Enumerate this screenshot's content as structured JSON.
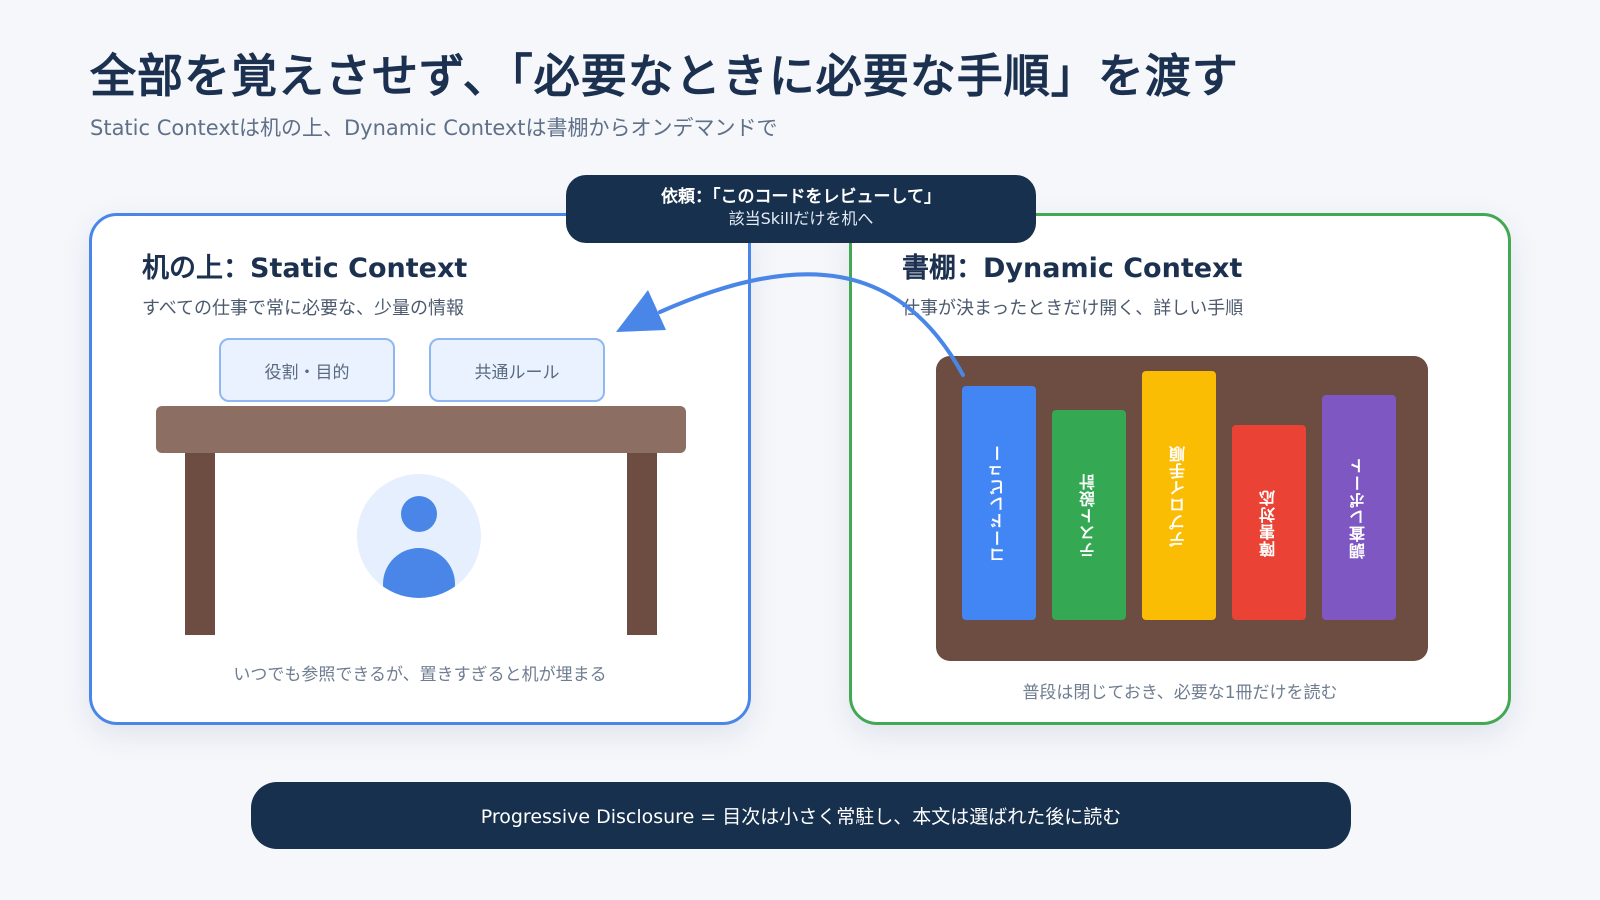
{
  "header": {
    "title": "全部を覚えさせず、「必要なときに必要な手順」を渡す",
    "subtitle": "Static Contextは机の上、Dynamic Contextは書棚からオンデマンドで"
  },
  "callout": {
    "line1": "依頼：「このコードをレビューして」",
    "line2": "該当Skillだけを机へ"
  },
  "left_panel": {
    "heading": "机の上：Static Context",
    "description": "すべての仕事で常に必要な、少量の情報",
    "cards": [
      "役割・目的",
      "共通ルール"
    ],
    "caption": "いつでも参照できるが、置きすぎると机が埋まる",
    "border_color": "#4a86e8"
  },
  "right_panel": {
    "heading": "書棚：Dynamic Context",
    "description": "仕事が決まったときだけ開く、詳しい手順",
    "books": [
      {
        "label": "コードレビュー",
        "color": "#4285f4"
      },
      {
        "label": "テスト設計",
        "color": "#34a853"
      },
      {
        "label": "デプロイ手順",
        "color": "#fbbc04"
      },
      {
        "label": "障害対応",
        "color": "#ea4335"
      },
      {
        "label": "調査レポート",
        "color": "#7e57c2"
      }
    ],
    "caption": "普段は閉じておき、必要な1冊だけを読む",
    "border_color": "#43a854"
  },
  "footer": {
    "text": "Progressive Disclosure = 目次は小さく常駐し、本文は選ばれた後に読む"
  }
}
